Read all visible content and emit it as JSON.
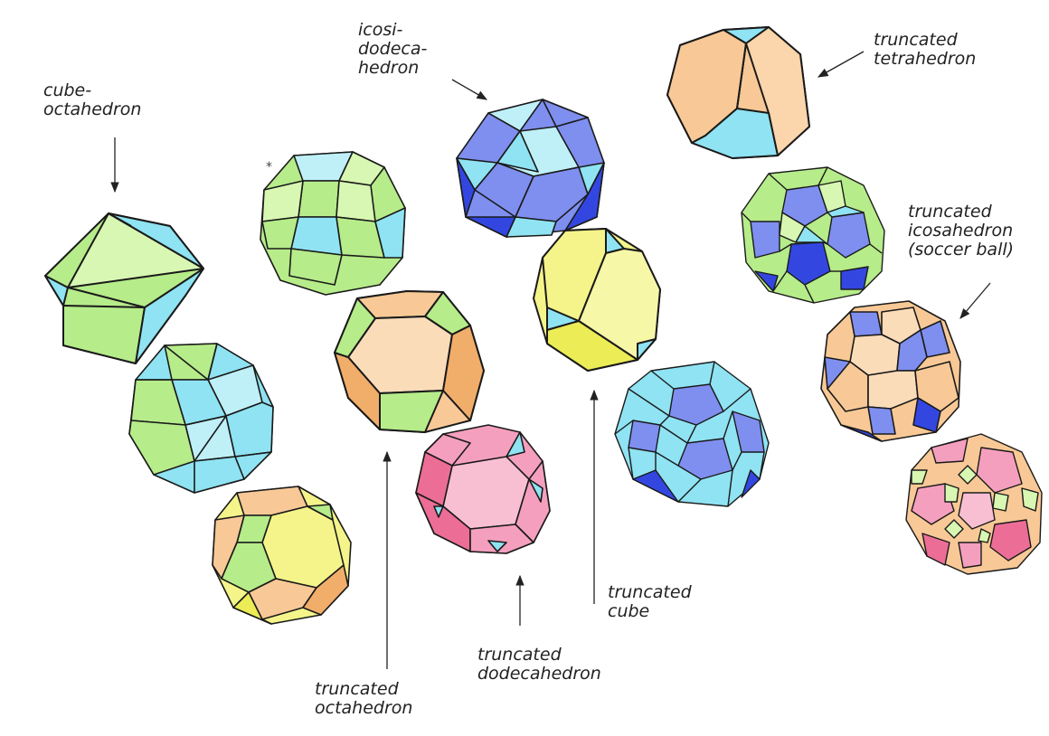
{
  "colors": {
    "green": "#b6ec8a",
    "green_light": "#d8f7b2",
    "cyan": "#8fe3f2",
    "cyan_light": "#bff0f8",
    "blue": "#7f8fef",
    "blue_dark": "#3347e0",
    "peach": "#f8c996",
    "peach_dark": "#f1ad6a",
    "yellow": "#f4f48a",
    "yellow_dark": "#ecec56",
    "pink": "#f59fbe",
    "pink_dark": "#ec6e97",
    "edge": "#1a1a1a"
  },
  "marker": "*",
  "labels": {
    "cuboctahedron": [
      "cube-",
      "octahedron"
    ],
    "icosidodecahedron": [
      "icosi-",
      "dodeca-",
      "hedron"
    ],
    "truncated_tetrahedron": [
      "truncated",
      "tetrahedron"
    ],
    "truncated_icosahedron": [
      "truncated",
      "icosahedron",
      "(soccer ball)"
    ],
    "truncated_cube": [
      "truncated",
      "cube"
    ],
    "truncated_dodecahedron": [
      "truncated",
      "dodecahedron"
    ],
    "truncated_octahedron": [
      "truncated",
      "octahedron"
    ]
  },
  "solids": [
    {
      "id": "cuboctahedron",
      "icon": "cuboctahedron-icon",
      "palette": [
        "green",
        "cyan"
      ]
    },
    {
      "id": "rhombicuboctahedron",
      "icon": "rhombicuboctahedron-icon",
      "palette": [
        "green",
        "cyan"
      ]
    },
    {
      "id": "snub-cube",
      "icon": "snub-cube-icon",
      "palette": [
        "cyan",
        "green"
      ]
    },
    {
      "id": "truncated-cuboctahedron",
      "icon": "truncated-cuboctahedron-icon",
      "palette": [
        "yellow",
        "peach",
        "green"
      ]
    },
    {
      "id": "truncated-octahedron",
      "icon": "truncated-octahedron-icon",
      "palette": [
        "peach",
        "green"
      ]
    },
    {
      "id": "icosidodecahedron",
      "icon": "icosidodecahedron-icon",
      "palette": [
        "blue",
        "cyan"
      ]
    },
    {
      "id": "truncated-dodecahedron",
      "icon": "truncated-dodecahedron-icon",
      "palette": [
        "pink",
        "cyan"
      ]
    },
    {
      "id": "truncated-cube",
      "icon": "truncated-cube-icon",
      "palette": [
        "yellow",
        "cyan"
      ]
    },
    {
      "id": "snub-dodecahedron",
      "icon": "snub-dodecahedron-icon",
      "palette": [
        "blue",
        "cyan"
      ]
    },
    {
      "id": "truncated-tetrahedron",
      "icon": "truncated-tetrahedron-icon",
      "palette": [
        "peach",
        "cyan"
      ]
    },
    {
      "id": "rhombicosidodecahedron",
      "icon": "rhombicosidodecahedron-icon",
      "palette": [
        "blue",
        "green"
      ]
    },
    {
      "id": "truncated-icosahedron",
      "icon": "truncated-icosahedron-icon",
      "palette": [
        "peach",
        "blue"
      ]
    },
    {
      "id": "truncated-icosidodecahedron",
      "icon": "truncated-icosidodecahedron-icon",
      "palette": [
        "pink",
        "peach",
        "green"
      ]
    }
  ]
}
